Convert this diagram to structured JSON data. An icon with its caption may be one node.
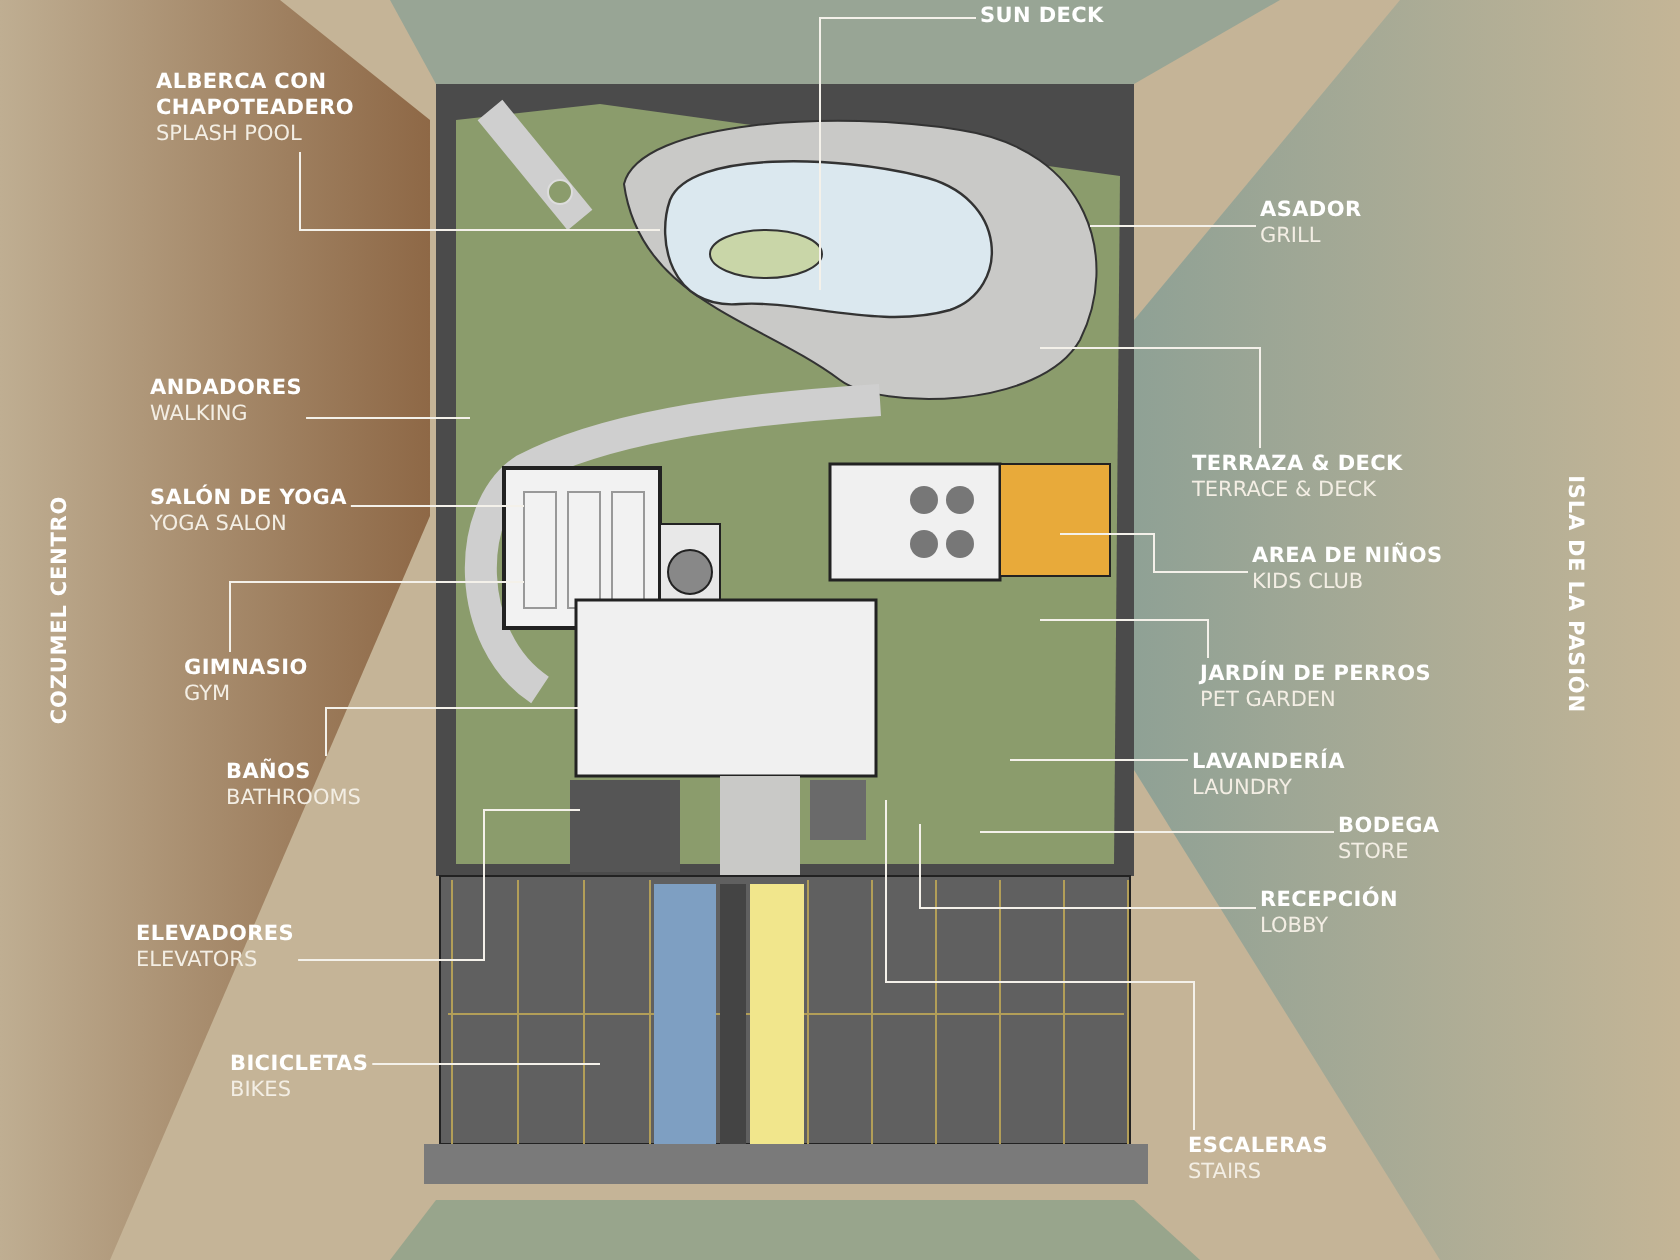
{
  "diagram": {
    "nodes": [
      {
        "text": [
          "SUN DECK"
        ]
      },
      {
        "text": [
          "ALBERCA CON CHAPOTEADERO",
          "SPLASH POOL"
        ]
      },
      {
        "text": [
          "ASADOR",
          "GRILL"
        ]
      },
      {
        "text": [
          "ANDADORES",
          "WALKING"
        ]
      },
      {
        "text": [
          "TERRAZA & DECK",
          "TERRACE & DECK"
        ]
      },
      {
        "text": [
          "SALÓN DE YOGA",
          "YOGA SALON"
        ]
      },
      {
        "text": [
          "AREA DE NIÑOS",
          "KIDS CLUB"
        ]
      },
      {
        "text": [
          "GIMNASIO",
          "GYM"
        ]
      },
      {
        "text": [
          "JARDÍN DE PERROS",
          "PET GARDEN"
        ]
      },
      {
        "text": [
          "BAÑOS",
          "BATHROOMS"
        ]
      },
      {
        "text": [
          "LAVANDERÍA",
          "LAUNDRY"
        ]
      },
      {
        "text": [
          "BODEGA",
          "STORE"
        ]
      },
      {
        "text": [
          "RECEPCIÓN",
          "LOBBY"
        ]
      },
      {
        "text": [
          "ELEVADORES",
          "ELEVATORS"
        ]
      },
      {
        "text": [
          "BICICLETAS",
          "BIKES"
        ]
      },
      {
        "text": [
          "ESCALERAS",
          "STAIRS"
        ]
      }
    ],
    "edges": [
      {
        "from": 0,
        "to": null,
        "arrow": "none"
      },
      {
        "from": 1,
        "to": null,
        "arrow": "none"
      },
      {
        "from": 2,
        "to": null,
        "arrow": "none"
      },
      {
        "from": 3,
        "to": null,
        "arrow": "none"
      },
      {
        "from": 4,
        "to": null,
        "arrow": "none"
      },
      {
        "from": 5,
        "to": null,
        "arrow": "none"
      },
      {
        "from": 6,
        "to": null,
        "arrow": "none"
      },
      {
        "from": 7,
        "to": null,
        "arrow": "none"
      },
      {
        "from": 8,
        "to": null,
        "arrow": "none"
      },
      {
        "from": 9,
        "to": null,
        "arrow": "none"
      },
      {
        "from": 10,
        "to": null,
        "arrow": "none"
      },
      {
        "from": 11,
        "to": null,
        "arrow": "none"
      },
      {
        "from": 12,
        "to": null,
        "arrow": "none"
      },
      {
        "from": 13,
        "to": null,
        "arrow": "none"
      },
      {
        "from": 14,
        "to": null,
        "arrow": "none"
      },
      {
        "from": 15,
        "to": null,
        "arrow": "none"
      }
    ],
    "labels": [
      "COZUMEL CENTRO",
      "ISLA DE LA PASIÓN"
    ]
  }
}
